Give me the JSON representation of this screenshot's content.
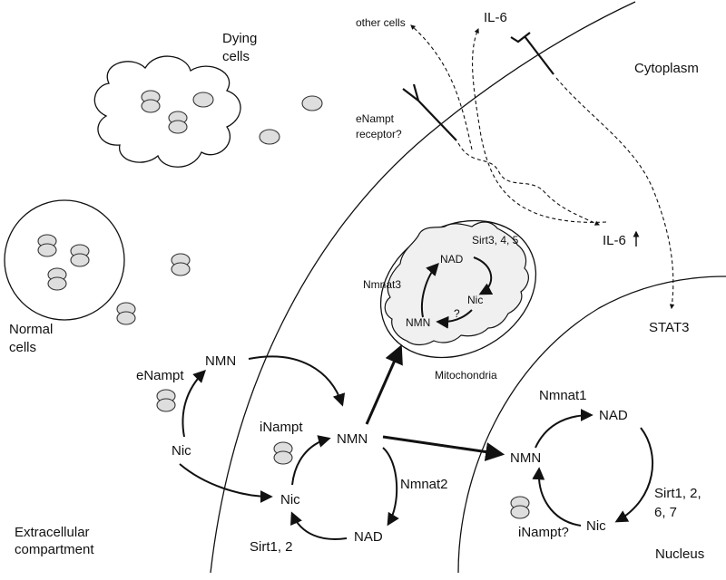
{
  "labels": {
    "dying_cells": [
      "Dying",
      "cells"
    ],
    "normal_cells": [
      "Normal",
      "cells"
    ],
    "extracellular": [
      "Extracellular",
      "compartment"
    ],
    "cytoplasm": "Cytoplasm",
    "nucleus": "Nucleus",
    "mitochondria": "Mitochondria",
    "other_cells": "other cells",
    "il6_out": "IL-6",
    "il6_in": "IL-6",
    "stat3": "STAT3",
    "enampt_receptor": [
      "eNampt",
      "receptor?"
    ],
    "enampt": "eNampt",
    "extra_nmn": "NMN",
    "extra_nic": "Nic",
    "inampt": "iNampt",
    "cyto_nmn": "NMN",
    "cyto_nic": "Nic",
    "cyto_nad": "NAD",
    "nmnat2": "Nmnat2",
    "sirt12": "Sirt1, 2",
    "mito_nad": "NAD",
    "mito_nic": "Nic",
    "mito_nmn": "NMN",
    "mito_q": "?",
    "nmnat3": "Nmnat3",
    "sirt345": "Sirt3, 4, 5",
    "nuc_nmn": "NMN",
    "nuc_nad": "NAD",
    "nuc_nic": "Nic",
    "nmnat1": "Nmnat1",
    "sirt1267": [
      "Sirt1, 2,",
      "6, 7"
    ],
    "inampt_nuc": "iNampt?"
  },
  "icons": {
    "protein": "nampt-dimer-icon",
    "receptor": "receptor-icon",
    "il6_receptor": "il6-receptor-icon",
    "stat3_up_arrow": "up-arrow-icon"
  }
}
